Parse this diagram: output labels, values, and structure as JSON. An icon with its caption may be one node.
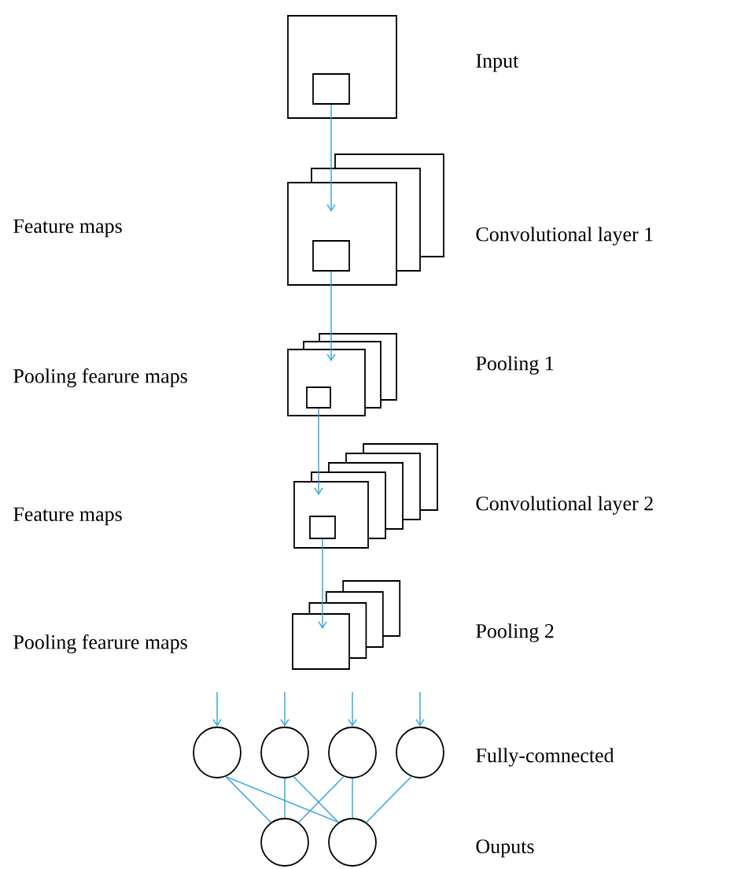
{
  "diagram": {
    "nodes": [
      {
        "text": [],
        "shape": "box"
      },
      {
        "text": [],
        "shape": "box",
        "in": 0
      },
      {
        "text": [],
        "shape": "box"
      },
      {
        "text": [],
        "shape": "box",
        "in": 2
      },
      {
        "text": [],
        "shape": "box"
      },
      {
        "text": [],
        "shape": "box",
        "in": 4
      },
      {
        "text": [],
        "shape": "box"
      },
      {
        "text": [],
        "shape": "box",
        "in": 6
      },
      {
        "text": [],
        "shape": "box"
      },
      {
        "text": [],
        "shape": "circle"
      },
      {
        "text": [],
        "shape": "circle"
      },
      {
        "text": [],
        "shape": "circle"
      },
      {
        "text": [],
        "shape": "circle"
      },
      {
        "text": [],
        "shape": "circle"
      },
      {
        "text": [],
        "shape": "circle"
      }
    ],
    "edges": [
      {
        "from": 1,
        "to": 2,
        "arrow": "to"
      },
      {
        "from": 3,
        "to": 4,
        "arrow": "to"
      },
      {
        "from": 5,
        "to": 6,
        "arrow": "to"
      },
      {
        "from": 7,
        "to": 8,
        "arrow": "to"
      },
      {
        "from": null,
        "to": 9,
        "arrow": "to"
      },
      {
        "from": null,
        "to": 10,
        "arrow": "to"
      },
      {
        "from": null,
        "to": 11,
        "arrow": "to"
      },
      {
        "from": null,
        "to": 12,
        "arrow": "to"
      },
      {
        "from": 9,
        "to": 13,
        "arrow": "none"
      },
      {
        "from": 9,
        "to": 14,
        "arrow": "none"
      },
      {
        "from": 10,
        "to": 13,
        "arrow": "none"
      },
      {
        "from": 10,
        "to": 14,
        "arrow": "none"
      },
      {
        "from": 11,
        "to": 13,
        "arrow": "none"
      },
      {
        "from": 11,
        "to": 14,
        "arrow": "none"
      },
      {
        "from": 12,
        "to": 14,
        "arrow": "none"
      }
    ],
    "labels": [
      "Input",
      "Feature maps",
      "Convolutional layer 1",
      "Pooling fearure maps",
      "Pooling 1",
      "Feature maps",
      "Convolutional layer 2",
      "Pooling fearure maps",
      "Pooling 2",
      "Fully-comnected",
      "Ouputs"
    ]
  }
}
